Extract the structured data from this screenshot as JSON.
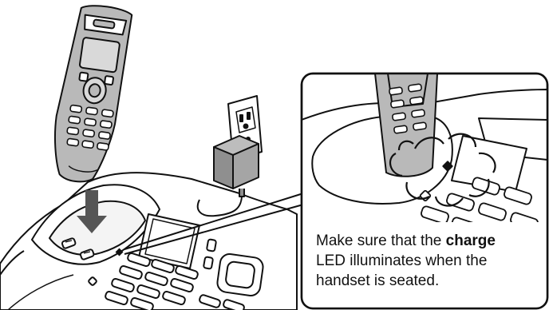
{
  "callout": {
    "line1_prefix": "Make sure that the ",
    "line1_bold": "charge",
    "line2": "LED illuminates when the",
    "line3": "handset is seated."
  },
  "colors": {
    "line": "#111111",
    "handset_fill": "#b9b9b9",
    "handset_dark": "#8a8a8a",
    "adapter_fill": "#8f8f8f",
    "arrow": "#555555",
    "base_fill": "#ffffff"
  },
  "icons": [
    "phone-handset-icon",
    "wall-outlet-icon",
    "power-adapter-icon",
    "down-arrow-icon",
    "charge-led-icon",
    "glow-burst-icon"
  ]
}
